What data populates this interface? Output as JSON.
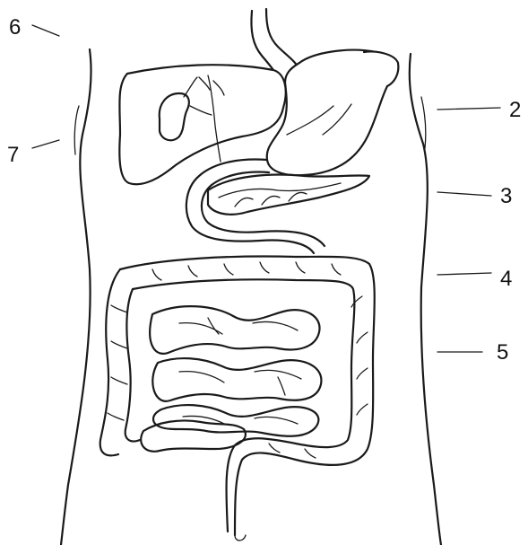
{
  "labels": {
    "n2": "2",
    "n3": "3",
    "n4": "4",
    "n5": "5",
    "n6": "6",
    "n7": "7"
  },
  "colors": {
    "ink": "#1a1a1a",
    "background": "#ffffff"
  }
}
